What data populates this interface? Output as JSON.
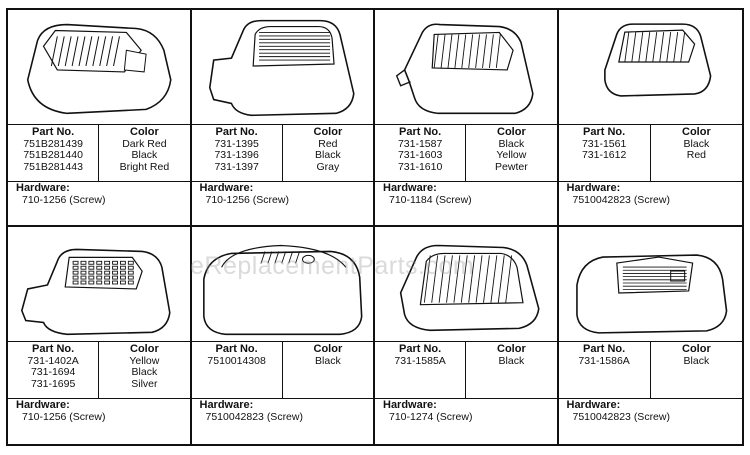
{
  "labels": {
    "part_no": "Part No.",
    "color": "Color",
    "hardware": "Hardware:"
  },
  "watermark": "eReplacementParts.com",
  "panels": [
    {
      "parts": [
        "751B281439",
        "751B281440",
        "751B281443"
      ],
      "colors": [
        "Dark Red",
        "Black",
        "Bright Red"
      ],
      "hardware": "710-1256 (Screw)"
    },
    {
      "parts": [
        "731-1395",
        "731-1396",
        "731-1397"
      ],
      "colors": [
        "Red",
        "Black",
        "Gray"
      ],
      "hardware": "710-1256 (Screw)"
    },
    {
      "parts": [
        "731-1587",
        "731-1603",
        "731-1610"
      ],
      "colors": [
        "Black",
        "Yellow",
        "Pewter"
      ],
      "hardware": "710-1184 (Screw)"
    },
    {
      "parts": [
        "731-1561",
        "731-1612"
      ],
      "colors": [
        "Black",
        "Red"
      ],
      "hardware": "7510042823 (Screw)"
    },
    {
      "parts": [
        "731-1402A",
        "731-1694",
        "731-1695"
      ],
      "colors": [
        "Yellow",
        "Black",
        "Silver"
      ],
      "hardware": "710-1256 (Screw)"
    },
    {
      "parts": [
        "7510014308"
      ],
      "colors": [
        "Black"
      ],
      "hardware": "7510042823 (Screw)"
    },
    {
      "parts": [
        "731-1585A"
      ],
      "colors": [
        "Black"
      ],
      "hardware": "710-1274 (Screw)"
    },
    {
      "parts": [
        "731-1586A"
      ],
      "colors": [
        "Black"
      ],
      "hardware": "7510042823 (Screw)"
    }
  ]
}
